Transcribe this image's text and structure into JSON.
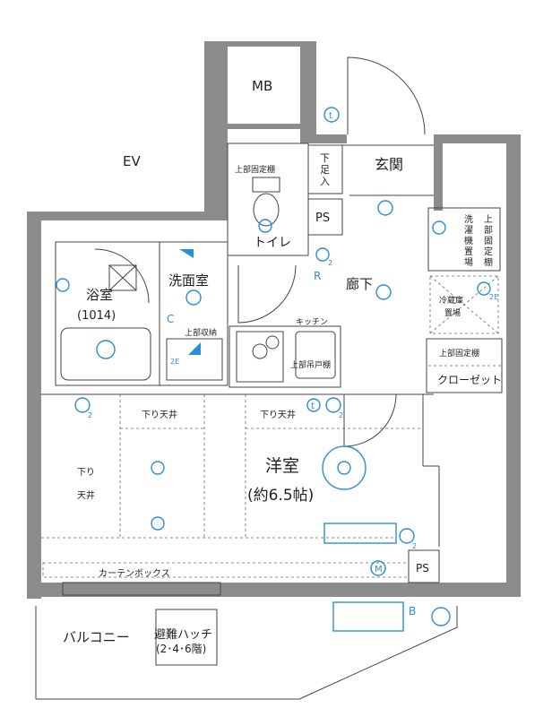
{
  "rooms": {
    "mb": "MB",
    "ev": "EV",
    "genkan": "玄関",
    "geta_1": "下",
    "geta_2": "足",
    "geta_3": "入",
    "ps_upper": "PS",
    "toilet_shelf": "上部固定棚",
    "toilet": "トイレ",
    "laundry_1": "洗",
    "laundry_2": "濯",
    "laundry_3": "機",
    "laundry_4": "置",
    "laundry_5": "場",
    "laundry_shelf_1": "上",
    "laundry_shelf_2": "部",
    "laundry_shelf_3": "固",
    "laundry_shelf_4": "定",
    "laundry_shelf_5": "棚",
    "bathroom": "浴室",
    "bathroom_size": "(1014)",
    "washroom": "洗面室",
    "hallway": "廊下",
    "kitchen": "キッチン",
    "upper_storage": "上部収納",
    "upper_cabinet": "上部吊戸棚",
    "fridge_1": "冷蔵庫",
    "fridge_2": "置場",
    "closet_shelf": "上部固定棚",
    "closet": "クローゼット",
    "lowered_ceiling_1": "下り天井",
    "lowered_ceiling_2": "下り天井",
    "lowered_ceiling_3a": "下り",
    "lowered_ceiling_3b": "天井",
    "western_room": "洋室",
    "western_room_size": "(約6.5帖)",
    "curtain_box": "カーテンボックス",
    "ps_lower": "PS",
    "balcony": "バルコニー",
    "hatch": "避難ハッチ",
    "hatch_floors": "(2･4･6階)"
  },
  "symbols": {
    "r": "R",
    "c": "C",
    "b": "B",
    "m": "M",
    "t1": "t",
    "t2": "t",
    "two_a": "2",
    "two_b": "2",
    "two_c": "2",
    "two_d": "2",
    "two_e": "2E",
    "two_f": "2E"
  },
  "colors": {
    "wall": "#8c8c8c",
    "symbol": "#2a8fd6",
    "line": "#444444"
  }
}
